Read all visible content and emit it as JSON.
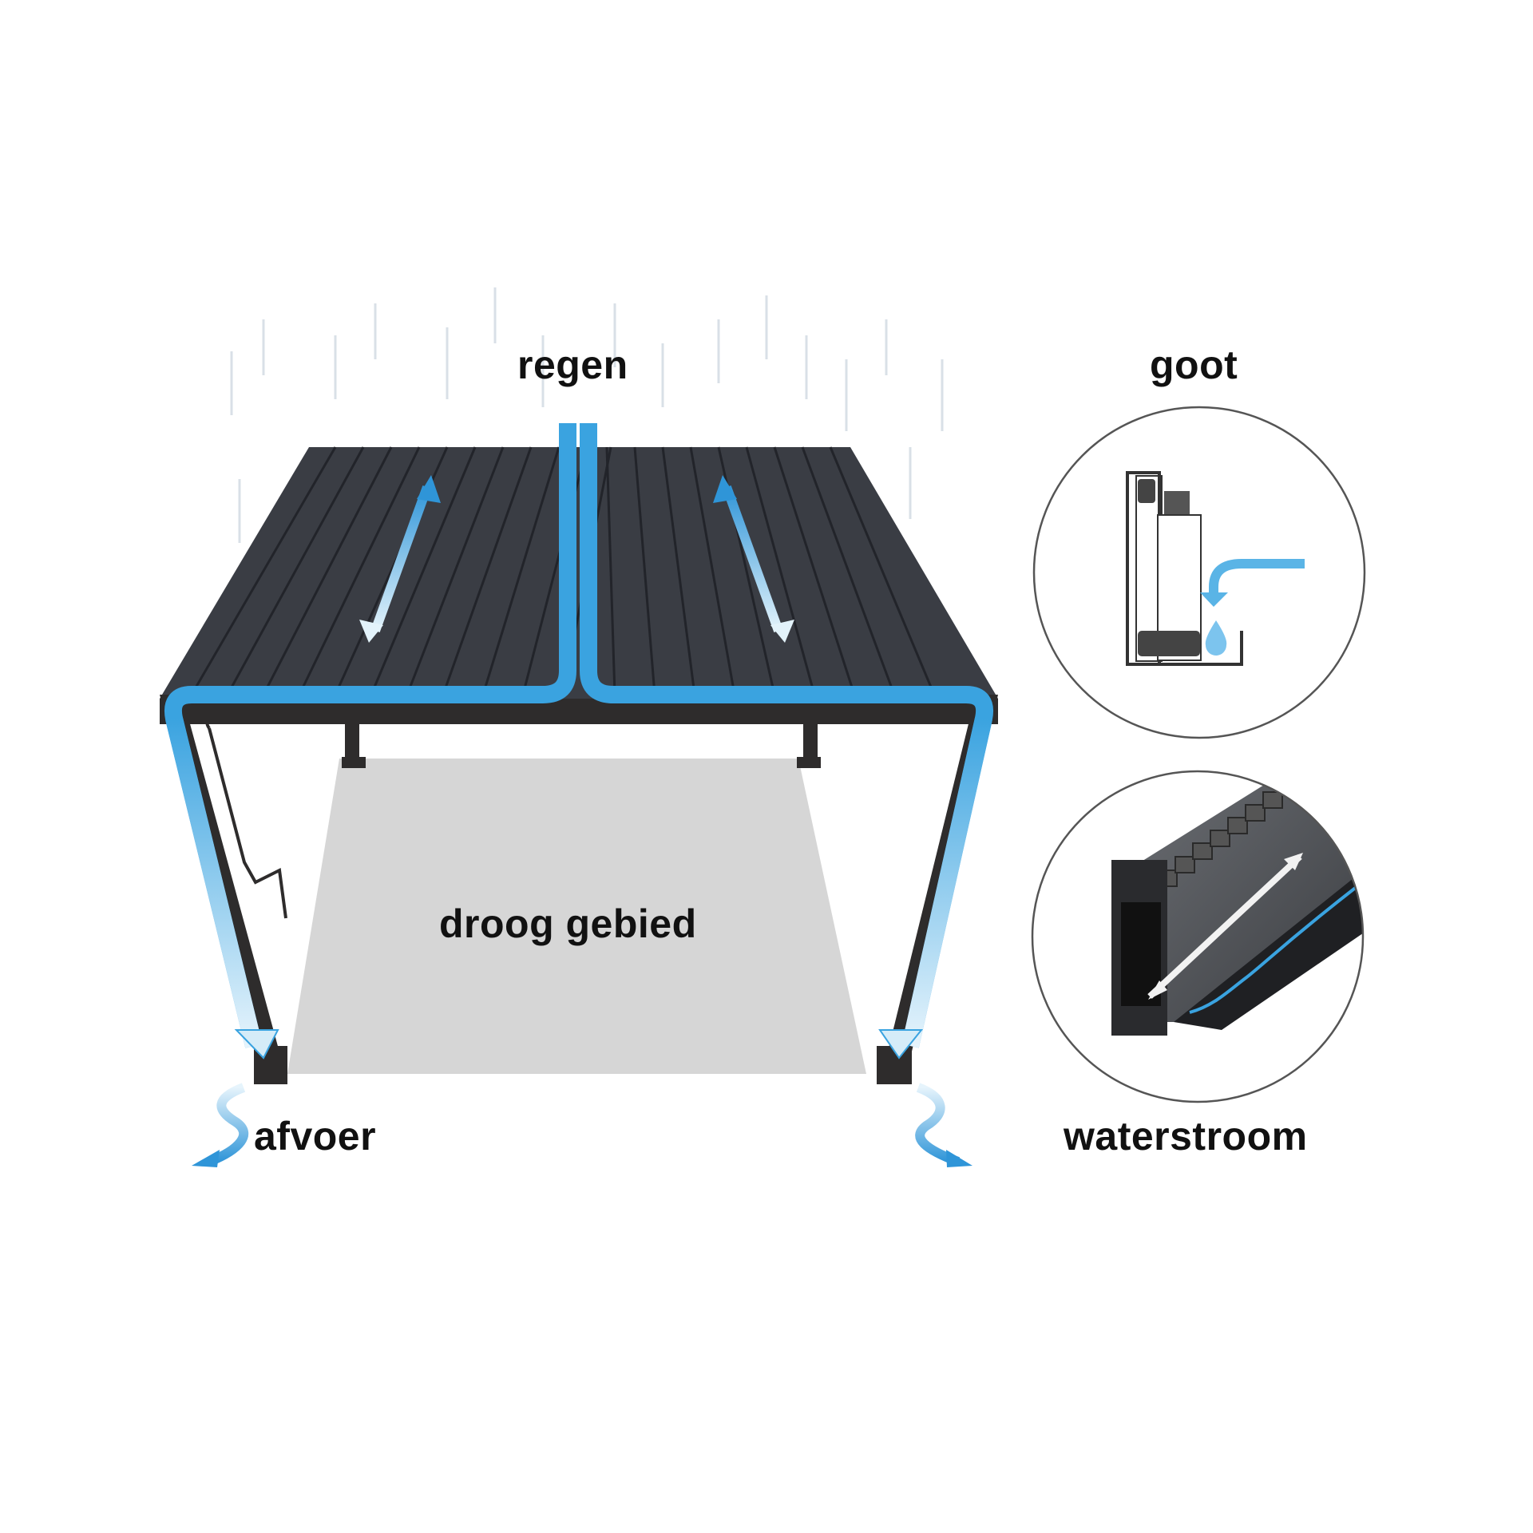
{
  "labels": {
    "rain": "regen",
    "gutter": "goot",
    "dry_area": "droog gebied",
    "drain": "afvoer",
    "water_flow": "waterstroom"
  },
  "colors": {
    "water_blue": "#3aa3e0",
    "water_light": "#dff1fb",
    "roof_dark": "#3a3d44",
    "frame_dark": "#2e2c2c",
    "floor_grey": "#d6d6d6",
    "text": "#111111"
  },
  "icons": [
    "rain-streaks-icon",
    "double-arrow-icon",
    "drain-arrow-icon",
    "water-drop-icon",
    "curved-arrow-icon",
    "crank-handle-icon"
  ]
}
